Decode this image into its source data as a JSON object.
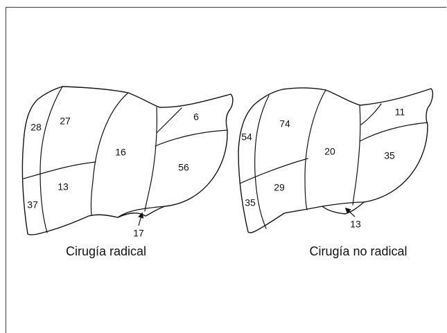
{
  "diagrams": [
    {
      "caption": "Cirugía radical",
      "segments": {
        "left_upper": "28",
        "upper_mid": "27",
        "center": "16",
        "right_upper": "6",
        "left_lower": "37",
        "lower_mid": "13",
        "right_lower": "56",
        "bottom_pointer": "17"
      }
    },
    {
      "caption": "Cirugía no radical",
      "segments": {
        "left_upper": "54",
        "upper_mid": "74",
        "center": "20",
        "right_upper": "11",
        "left_lower": "35",
        "lower_mid": "29",
        "right_lower": "35",
        "bottom_pointer": "13"
      }
    }
  ]
}
